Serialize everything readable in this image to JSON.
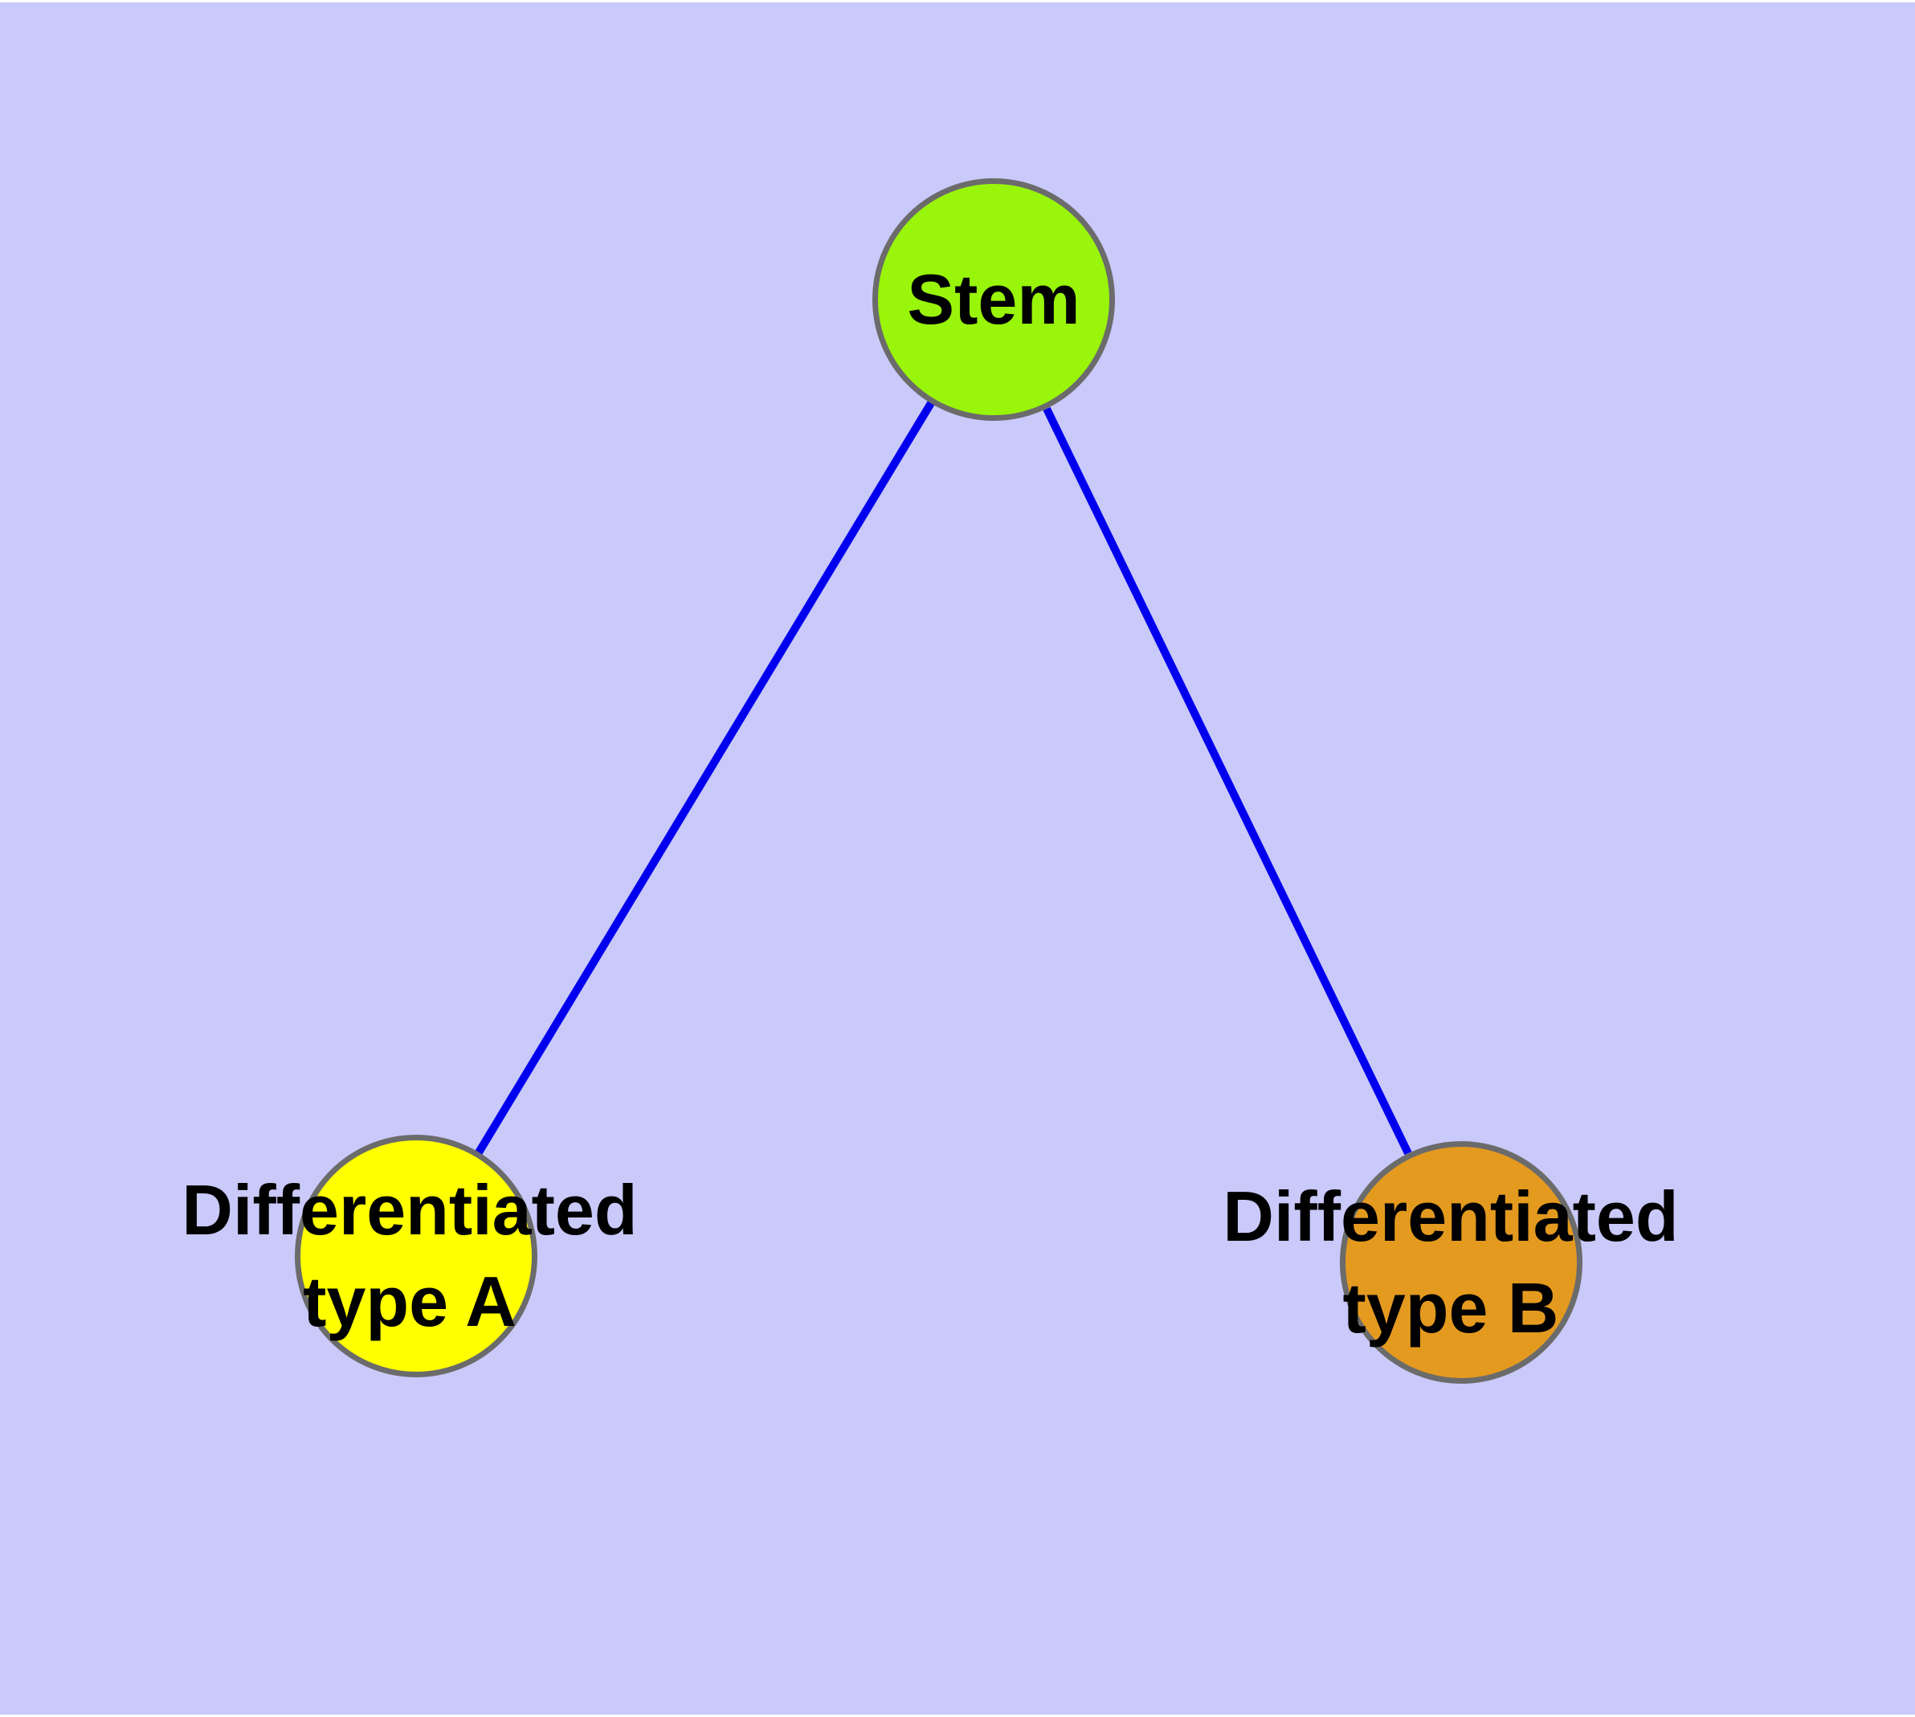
{
  "diagram": {
    "background_color": "#c9c9fa",
    "edge_color": "#0000ee",
    "node_border_color": "#6b6b6b",
    "label_color": "#000000",
    "nodes": [
      {
        "id": "stem",
        "label": "Stem",
        "fill": "#99f50a"
      },
      {
        "id": "differentiated-type-a",
        "label": "Differentiated\ntype A",
        "fill": "#ffff00"
      },
      {
        "id": "differentiated-type-b",
        "label": "Differentiated\ntype B",
        "fill": "#e49a1f"
      }
    ],
    "edges": [
      {
        "from": "stem",
        "to": "differentiated-type-a"
      },
      {
        "from": "stem",
        "to": "differentiated-type-b"
      }
    ]
  }
}
